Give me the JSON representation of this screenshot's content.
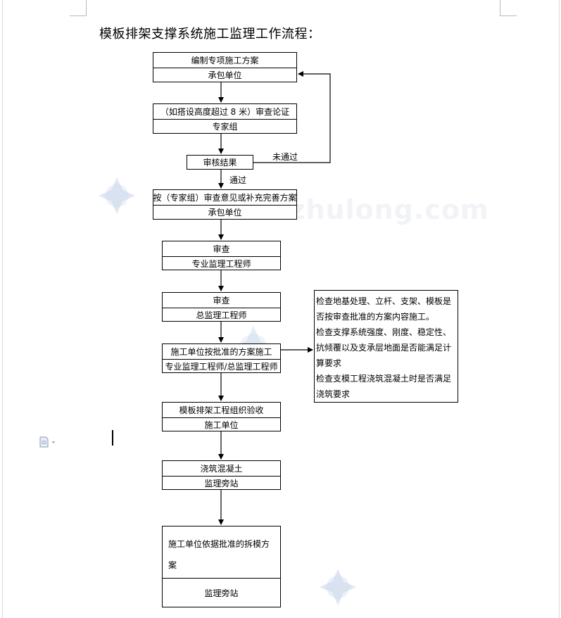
{
  "document": {
    "title": "模板排架支撑系统施工监理工作流程：",
    "watermark": "www.zhulong.com"
  },
  "flowchart": {
    "box1": {
      "top": "编制专项施工方案",
      "bottom": "承包单位"
    },
    "box2": {
      "top": "（如搭设高度超过 8 米）审查论证",
      "bottom": "专家组"
    },
    "box3": {
      "label": "审核结果"
    },
    "box4": {
      "top": "按（专家组）审查意见或补充完善方案",
      "bottom": "承包单位"
    },
    "box5": {
      "top": "审查",
      "bottom": "专业监理工程师"
    },
    "box6": {
      "top": "审查",
      "bottom": "总监理工程师"
    },
    "box7": {
      "top": "施工单位按批准的方案施工",
      "bottom": "专业监理工程师/总监理工程师"
    },
    "box8": {
      "top": "模板排架工程组织验收",
      "bottom": "施工单位"
    },
    "box9": {
      "top": "浇筑混凝土",
      "bottom": "监理旁站"
    },
    "box10": {
      "top": "施工单位依据批准的拆模方案",
      "bottom": "监理旁站"
    },
    "label_fail": "未通过",
    "label_pass": "通过",
    "note": {
      "lines": [
        "检查地基处理、立杆、支架、模板是否按审查批准的方案内容施工。",
        "检查支撑系统强度、刚度、稳定性、抗倾覆以及支承层地面是否能满足计算要求",
        "检查支模工程浇筑混凝土时是否满足浇筑要求"
      ]
    }
  }
}
